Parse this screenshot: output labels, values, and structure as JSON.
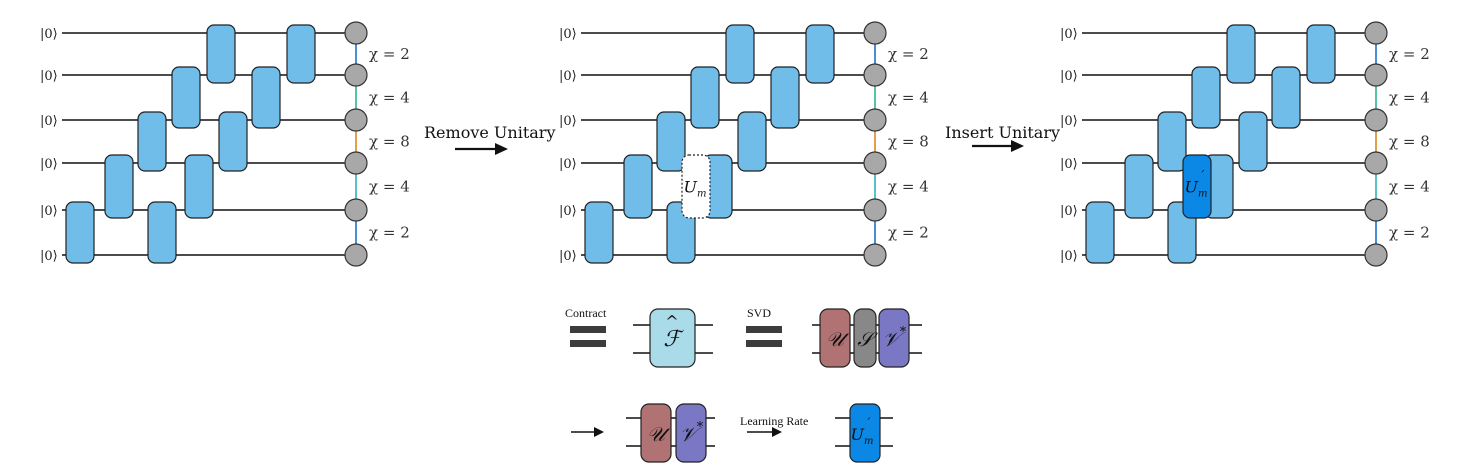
{
  "ket": "|0⟩",
  "chi": [
    "χ = 2",
    "χ = 4",
    "χ = 8",
    "χ = 4",
    "χ = 2"
  ],
  "arrows": {
    "remove": "Remove Unitary",
    "insert": "Insert Unitary"
  },
  "labels": {
    "removed_gate": "U",
    "removed_gate_sub": "m",
    "inserted_gate": "U",
    "inserted_gate_sub": "m",
    "inserted_gate_sup": "′",
    "contract": "Contract",
    "svd": "SVD",
    "F": "ℱ",
    "F_hat": "^",
    "U_svd": "𝒰",
    "S_svd": "𝒮",
    "V_svd": "𝒱",
    "V_star": "*",
    "learning_rate": "Learning Rate"
  },
  "colors": {
    "gate": "#71bde9",
    "gate_new": "#0b88e6",
    "node": "#a8a8a8",
    "F_gate": "#a9dbe8",
    "U_gate": "#b07272",
    "S_gate": "#888888",
    "V_gate": "#7a78c4",
    "line": "#111111"
  }
}
